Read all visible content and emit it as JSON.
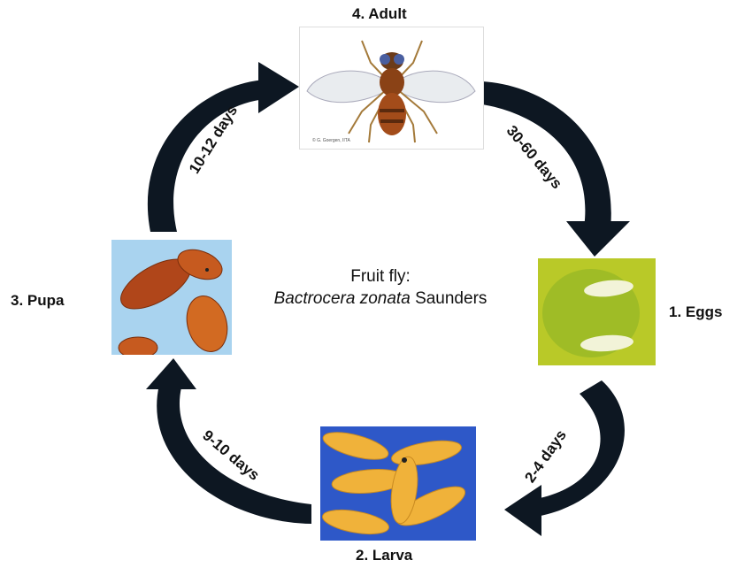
{
  "title": {
    "line1": "Fruit fly:",
    "species_italic": "Bactrocera zonata",
    "species_author": "Saunders"
  },
  "stages": {
    "adult": "4. Adult",
    "eggs": "1. Eggs",
    "larva": "2. Larva",
    "pupa": "3. Pupa"
  },
  "durations": {
    "adult_to_eggs": "30-60 days",
    "eggs_to_larva": "2-4 days",
    "larva_to_pupa": "9-10 days",
    "pupa_to_adult": "10-12 days"
  },
  "photo_credit": "© G. Goergen, IITA",
  "colors": {
    "arrow": "#0d1722",
    "egg_background": "#b9c928",
    "larva_background": "#2e58c8",
    "pupa_background": "#a9d3ef"
  }
}
